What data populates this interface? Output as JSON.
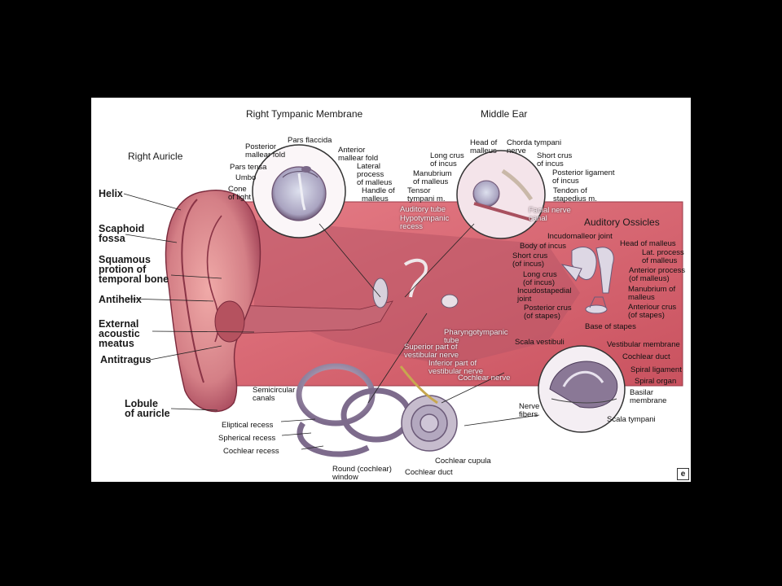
{
  "headers": {
    "right_tympanic_membrane": "Right Tympanic Membrane",
    "middle_ear": "Middle Ear",
    "right_auricle": "Right Auricle",
    "auditory_ossicles": "Auditory Ossicles"
  },
  "auricle_labels": {
    "helix": "Helix",
    "scaphoid_fossa": "Scaphoid\nfossa",
    "squamous": "Squamous\nprotion of\ntemporal bone",
    "antihelix": "Antihelix",
    "external_meatus": "External\nacoustic\nmeatus",
    "antitragus": "Antitragus",
    "lobule": "Lobule\nof auricle"
  },
  "tympanic_labels": {
    "pars_flaccida": "Pars flaccida",
    "posterior_fold": "Posterior\nmallear fold",
    "anterior_fold": "Anterior\nmallear fold",
    "pars_tensa": "Pars tensa",
    "lateral_process": "Lateral\nprocess\nof malleus",
    "umbo": "Umbo",
    "handle": "Handle of\nmalleus",
    "cone": "Cone\nof light"
  },
  "middle_ear_labels": {
    "head_malleus": "Head of\nmalleus",
    "chorda": "Chorda tympani\nnerve",
    "long_crus": "Long crus\nof incus",
    "short_crus": "Short crus\nof incus",
    "manubrium": "Manubrium\nof malleus",
    "posterior_ligament": "Posterior ligament\nof incus",
    "tensor": "Tensor\ntympani m.",
    "tendon": "Tendon of\nstapedius m.",
    "auditory_tube": "Auditory tube",
    "hypotympanic": "Hypotympanic\nrecess",
    "facial_nerve": "Facial nerve\ncanal"
  },
  "ossicle_labels": {
    "incudomalleor": "Incudomalleor joint",
    "body_incus": "Body of incus",
    "head_malleus": "Head of malleus",
    "lat_process": "Lat. process\nof malleus",
    "short_crus": "Short crus\n(of incus)",
    "anterior_process": "Anterior process\n(of malleus)",
    "long_crus": "Long crus\n(of incus)",
    "incudostapedial": "Incudostapedial\njoint",
    "manubrium": "Manubrium of\nmalleus",
    "posterior_crus": "Posterior crus\n(of stapes)",
    "anterior_crus": "Anteriour crus\n(of stapes)",
    "base_stapes": "Base of stapes"
  },
  "inner_ear_labels": {
    "pharyngotympanic": "Pharyngotympanic\ntube",
    "superior_vestibular": "Superior part of\nvestibular nerve",
    "inferior_vestibular": "Inferior part of\nvestibular nerve",
    "cochlear_nerve": "Cochlear nerve",
    "semicircular": "Semicircular\ncanals",
    "eliptical": "Eliptical recess",
    "spherical": "Spherical recess",
    "cochlear_recess": "Cochlear recess",
    "round_window": "Round (cochlear)\nwindow",
    "cochlear_duct": "Cochlear duct",
    "cochlear_cupula": "Cochlear cupula"
  },
  "cochlea_labels": {
    "scala_vestibuli": "Scala vestibuli",
    "vestibular_membrane": "Vestibular membrane",
    "cochlear_duct": "Cochlear duct",
    "spiral_ligament": "Spiral ligament",
    "spiral_organ": "Spiral organ",
    "basilar": "Basilar\nmembrane",
    "nerve_fibers": "Nerve\nfibers",
    "scala_tympani": "Scala tympani"
  },
  "logo_text": "e",
  "colors": {
    "background": "#000000",
    "plate": "#ffffff",
    "panel": "#e0707c",
    "skin": "#d98a8e",
    "skin_dark": "#a84a58",
    "labyrinth": "#9b8aa6"
  }
}
